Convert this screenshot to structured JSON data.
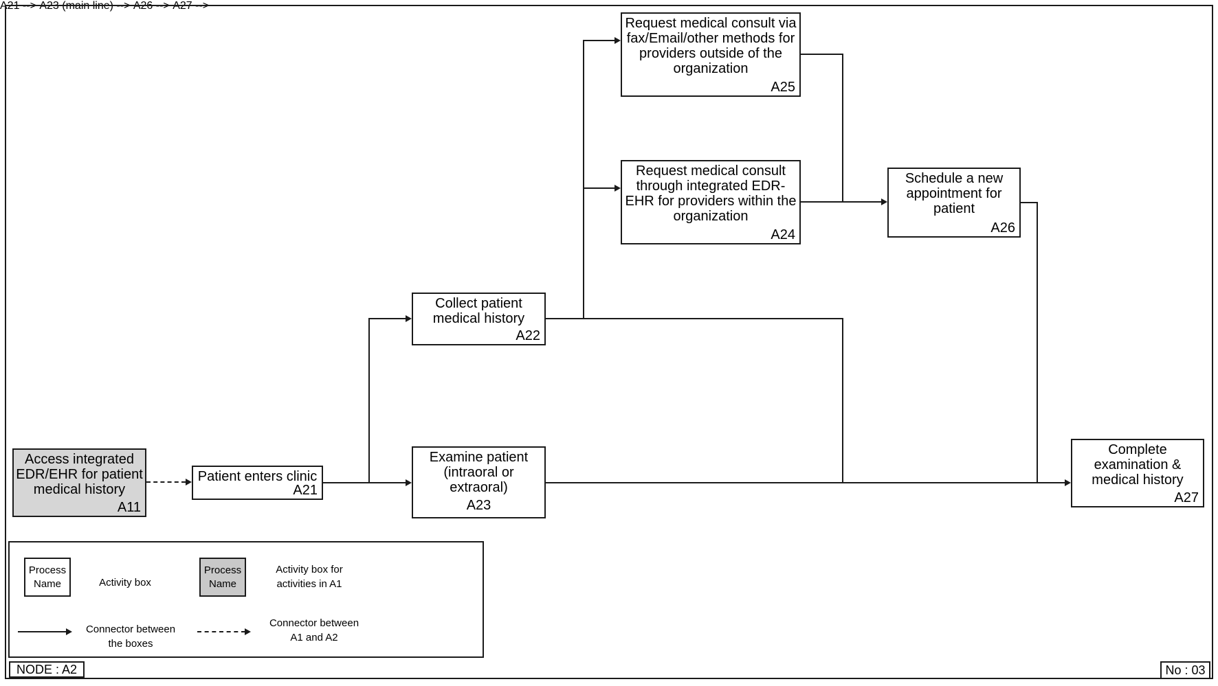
{
  "colors": {
    "line": "#1a1a1a",
    "box_border": "#1a1a1a",
    "a1_box_fill": "#d6d6d6",
    "legend_gray_fill": "#c9c9c9",
    "background": "#ffffff"
  },
  "boxes": {
    "A11": {
      "text": [
        "Access integrated",
        "EDR/EHR  for patient",
        "medical history"
      ],
      "label": "A11"
    },
    "A21": {
      "text": [
        "Patient enters clinic"
      ],
      "label": "A21"
    },
    "A22": {
      "text": [
        "Collect patient",
        "medical history"
      ],
      "label": "A22"
    },
    "A23": {
      "text": [
        "Examine patient",
        "(intraoral or",
        "extraoral)"
      ],
      "label": "A23"
    },
    "A24": {
      "text": [
        "Request medical consult",
        "through integrated EDR-",
        "EHR for providers within the",
        "organization"
      ],
      "label": "A24"
    },
    "A25": {
      "text": [
        "Request medical consult via",
        "fax/Email/other methods for",
        "providers outside of the",
        "organization"
      ],
      "label": "A25"
    },
    "A26": {
      "text": [
        "Schedule a new",
        "appointment for",
        "patient"
      ],
      "label": "A26"
    },
    "A27": {
      "text": [
        "Complete",
        "examination &",
        "medical history"
      ],
      "label": "A27"
    }
  },
  "legend": {
    "white_box_text": [
      "Process",
      "Name"
    ],
    "white_box_caption": "Activity box",
    "gray_box_text": [
      "Process",
      "Name"
    ],
    "gray_box_caption": [
      "Activity box for",
      "activities in A1"
    ],
    "solid_connector_caption": [
      "Connector between",
      "the boxes"
    ],
    "dashed_connector_caption": [
      "Connector between",
      "A1 and A2"
    ]
  },
  "footer": {
    "node": "NODE : A2",
    "number": "No : 03"
  }
}
